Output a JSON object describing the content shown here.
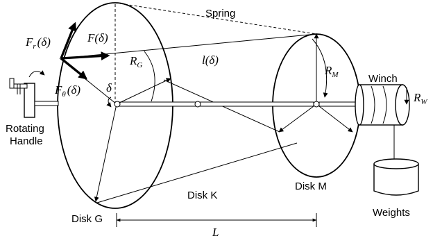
{
  "labels": {
    "spring": "Spring",
    "winch": "Winch",
    "rotating_handle_line1": "Rotating",
    "rotating_handle_line2": "Handle",
    "disk_g": "Disk G",
    "disk_k": "Disk K",
    "disk_m": "Disk M",
    "weights": "Weights"
  },
  "math": {
    "fr_base": "F",
    "fr_sub": "r",
    "fr_arg": "(δ)",
    "f": "F(δ)",
    "ftheta_base": "F",
    "ftheta_sub": "θ",
    "ftheta_arg": "(δ)",
    "rg_base": "R",
    "rg_sub": "G",
    "l": "l(δ)",
    "delta": "δ",
    "rm_base": "R",
    "rm_sub": "M",
    "rw_base": "R",
    "rw_sub": "W",
    "length": "L"
  },
  "colors": {
    "ink": "#000000",
    "background": "#ffffff"
  }
}
